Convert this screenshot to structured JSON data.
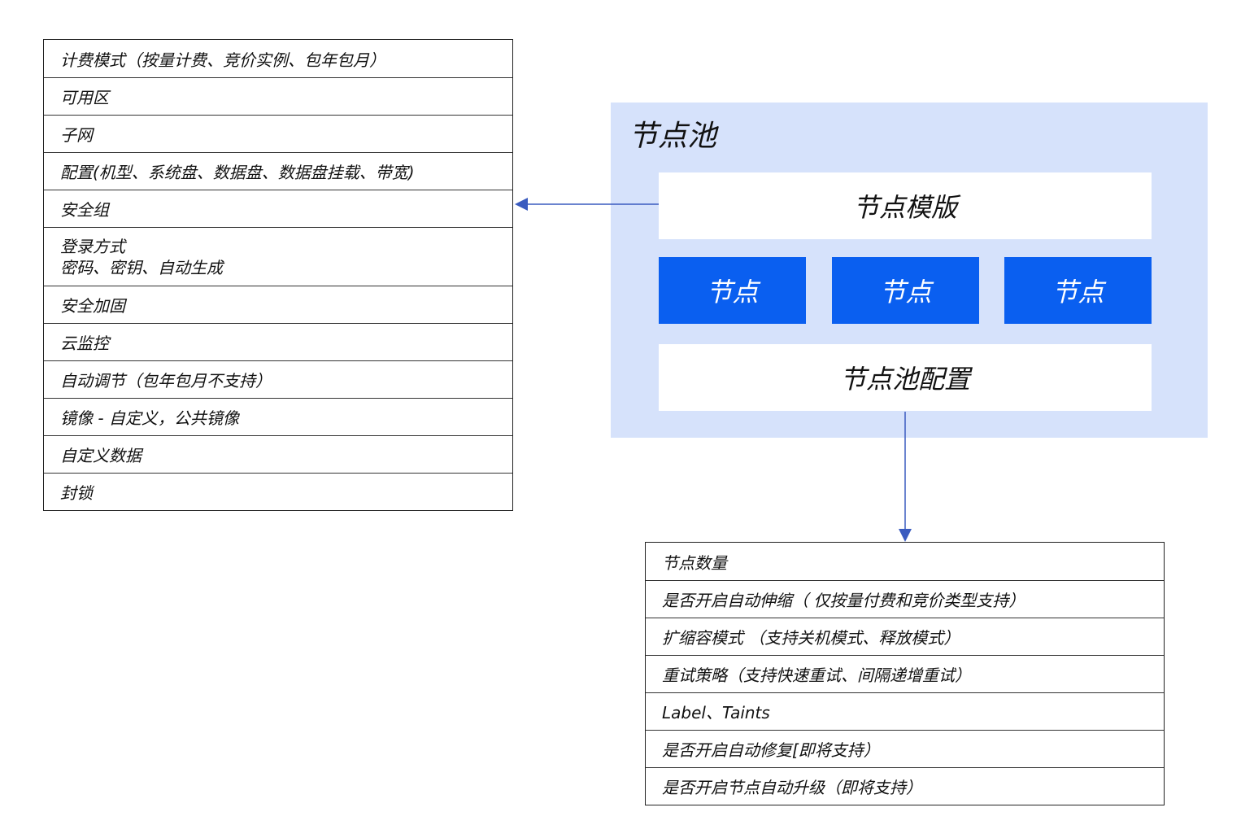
{
  "template_items": [
    "计费模式（按量计费、竞价实例、包年包月）",
    "可用区",
    "子网",
    "配置(机型、系统盘、数据盘、数据盘挂载、带宽)",
    "安全组",
    "登录方式",
    "密码、密钥、自动生成",
    "安全加固",
    "云监控",
    "自动调节（包年包月不支持）",
    "镜像 - 自定义，公共镜像",
    "自定义数据",
    "封锁"
  ],
  "pool": {
    "title": "节点池",
    "template_label": "节点模版",
    "nodes": [
      "节点",
      "节点",
      "节点"
    ],
    "config_label": "节点池配置"
  },
  "pool_config_items": [
    "节点数量",
    "是否开启自动伸缩（ 仅按量付费和竞价类型支持）",
    "扩缩容模式 （支持关机模式、释放模式）",
    "重试策略（支持快速重试、间隔递增重试）",
    "Label、Taints",
    "是否开启自动修复[即将支持）",
    "是否开启节点自动升级（即将支持）"
  ],
  "colors": {
    "pool_background": "#d6e2fb",
    "node_fill": "#0a5ff0",
    "arrow": "#3a5bbf"
  }
}
